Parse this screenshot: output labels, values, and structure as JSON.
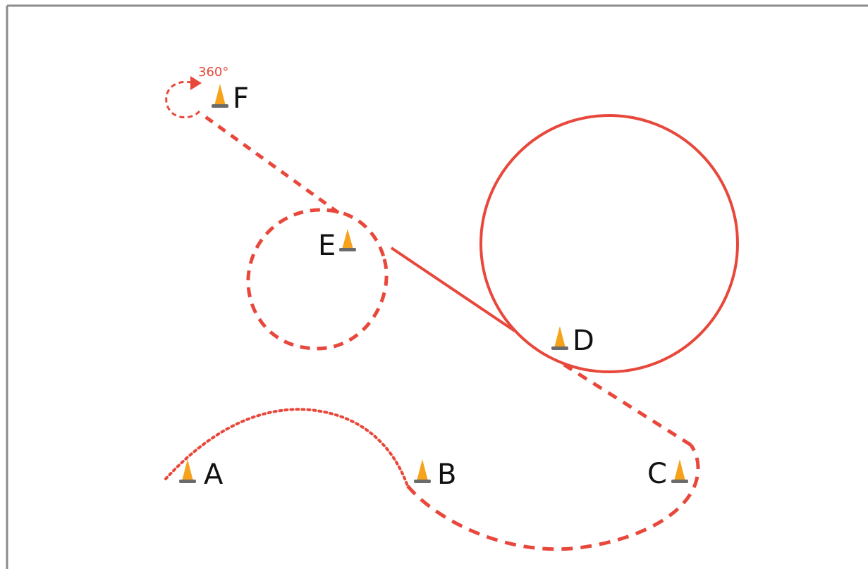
{
  "diagram": {
    "rotation_label": "360°",
    "path_color": "#e8483b",
    "cone_color": "#f7a21b",
    "cone_base_color": "#6b6b6b",
    "frame_color": "#8c8c8c",
    "cones": [
      {
        "id": "A",
        "label": "A"
      },
      {
        "id": "B",
        "label": "B"
      },
      {
        "id": "C",
        "label": "C"
      },
      {
        "id": "D",
        "label": "D"
      },
      {
        "id": "E",
        "label": "E"
      },
      {
        "id": "F",
        "label": "F"
      }
    ]
  }
}
